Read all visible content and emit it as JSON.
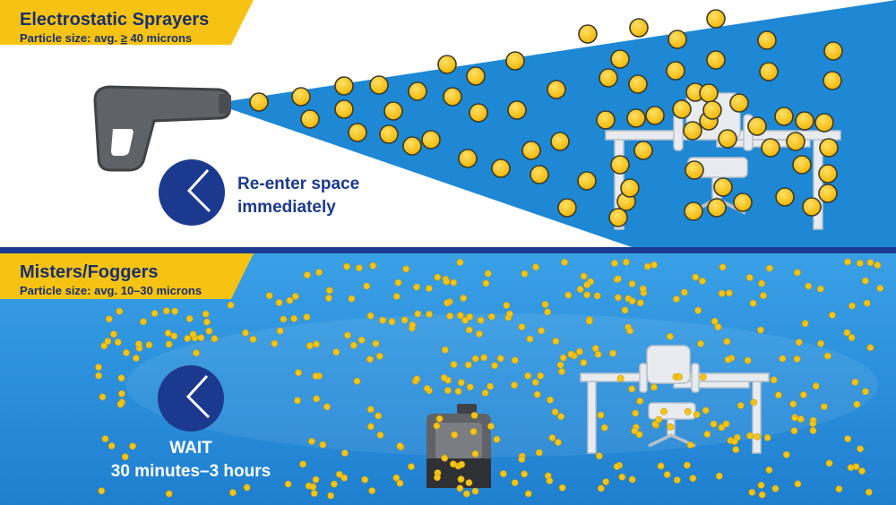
{
  "top_panel": {
    "title": "Electrostatic Sprayers",
    "subtitle_prefix": "Particle size: avg. ",
    "subtitle_symbol": "≥",
    "subtitle_suffix": " 40 microns",
    "note_line1": "Re-enter space",
    "note_line2": "immediately"
  },
  "bottom_panel": {
    "title": "Misters/Foggers",
    "subtitle": "Particle size: avg. 10–30 microns",
    "note_line1": "WAIT",
    "note_line2": "30 minutes–3 hours"
  },
  "colors": {
    "header_yellow": "#f6c313",
    "navy": "#1b3a8f",
    "spray_blue": "#1e88d4",
    "fog_blue": "#2a8dd8",
    "particle_yellow": "#f5c518"
  }
}
